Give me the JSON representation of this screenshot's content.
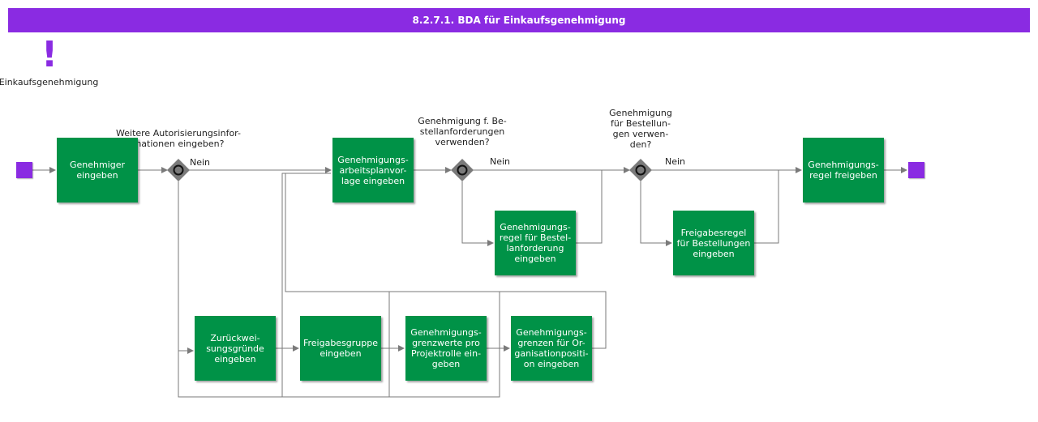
{
  "title": "8.2.7.1. BDA für Einkaufsgenehmigung",
  "annotation": {
    "symbol": "!",
    "label": "Einkaufsgenehmigung"
  },
  "colors": {
    "header": "#8a2be2",
    "task": "#009247",
    "event": "#8a2be2",
    "gateway": "#7a7a7a",
    "line": "#7a7a7a"
  },
  "tasks": {
    "genehmiger": "Genehmiger\neingeben",
    "arbeitsplan": "Genehmigungs-\narbeitsplanvor-\nlage eingeben",
    "regel_bestellanf": "Genehmigungs-\nregel für Bestel-\nlanforderung\neingeben",
    "freigabe_bestell": "Freigabesregel\nfür Bestellungen\neingeben",
    "regel_freigeben": "Genehmigungs-\nregel freigeben",
    "zurueckweisung": "Zurückwei-\nsungsgründe\neingeben",
    "freigabegruppe": "Freigabesgruppe\neingeben",
    "grenzwerte": "Genehmigungs-\ngrenzwerte pro\nProjektrolle ein-\ngeben",
    "grenzen_org": "Genehmigungs-\ngrenzen für Or-\nganisationpositi-\non eingeben"
  },
  "gateways": {
    "g1": "Weitere Autorisierungsinfor-\nmationen eingeben?",
    "g2": "Genehmigung f. Be-\nstellanforderungen\nverwenden?",
    "g3": "Genehmigung\nfür Bestellun-\ngen verwen-\nden?"
  },
  "edge_labels": {
    "g1_no": "Nein",
    "g2_no": "Nein",
    "g3_no": "Nein"
  }
}
